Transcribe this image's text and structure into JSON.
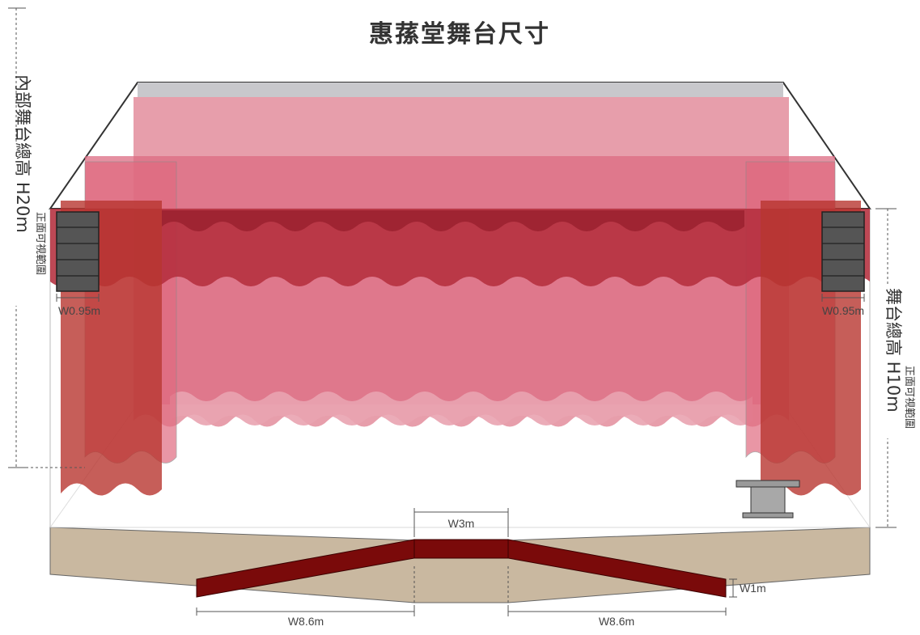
{
  "title": "惠蓀堂舞台尺寸",
  "left_height": {
    "label": "內部舞台總高 H20m",
    "view_note": "正面可視範圍"
  },
  "right_height": {
    "label": "舞台總高 H10m",
    "view_note": "正面可視範圍"
  },
  "speaker_left": {
    "width_label": "W0.95m"
  },
  "speaker_right": {
    "width_label": "W0.95m"
  },
  "runway": {
    "center_width_label": "W3m",
    "depth_label": "W1m",
    "left_width_label": "W8.6m",
    "right_width_label": "W8.6m"
  },
  "colors": {
    "curtain_light": "#e38d9c",
    "curtain_mid": "#d9445f",
    "curtain_dark": "#b3303a",
    "runway": "#7a0a0a",
    "stage_floor": "#c9b8a0",
    "speaker": "#555555"
  }
}
